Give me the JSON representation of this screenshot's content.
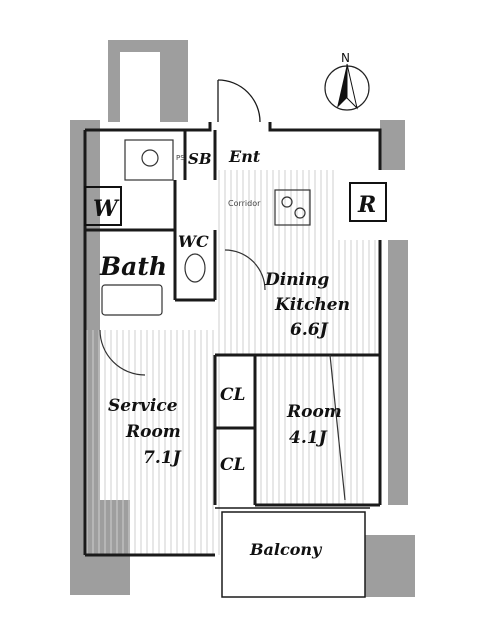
{
  "rooms": {
    "sb": "SB",
    "ent": "Ent",
    "wc": "WC",
    "bath": "Bath",
    "w_marker": "W",
    "r_marker": "R",
    "dining_name_1": "Dining",
    "dining_name_2": "Kitchen",
    "dining_size": "6.6J",
    "room_name": "Room",
    "room_size": "4.1J",
    "service_name_1": "Service",
    "service_name_2": "Room",
    "service_size": "7.1J",
    "cl_upper": "CL",
    "cl_lower": "CL",
    "balcony": "Balcony"
  },
  "small_text": {
    "corridor": "Corridor",
    "ps": "PS"
  },
  "compass": {
    "label": "N"
  },
  "colors": {
    "shaded_wall": "#9a9a9a",
    "wall": "#1a1a1a",
    "floor_line": "#c8c8c8"
  }
}
